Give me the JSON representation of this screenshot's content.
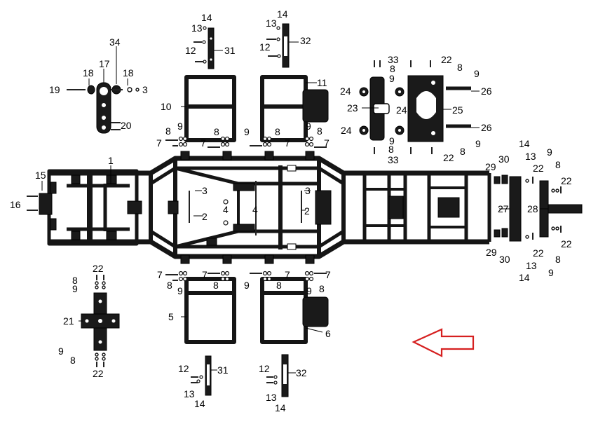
{
  "diagram": {
    "direction_arrow": {
      "icon": "arrow-left-icon",
      "color": "#d62020"
    },
    "callouts": [
      {
        "id": "c1",
        "text": "1"
      },
      {
        "id": "c2a",
        "text": "2"
      },
      {
        "id": "c2b",
        "text": "2"
      },
      {
        "id": "c3a",
        "text": "3"
      },
      {
        "id": "c3b",
        "text": "3"
      },
      {
        "id": "c3c",
        "text": "3"
      },
      {
        "id": "c4a",
        "text": "4"
      },
      {
        "id": "c4b",
        "text": "4"
      },
      {
        "id": "c5",
        "text": "5"
      },
      {
        "id": "c6",
        "text": "6"
      },
      {
        "id": "c10",
        "text": "10"
      },
      {
        "id": "c11",
        "text": "11"
      },
      {
        "id": "c15",
        "text": "15"
      },
      {
        "id": "c16",
        "text": "16"
      },
      {
        "id": "c17",
        "text": "17"
      },
      {
        "id": "c18a",
        "text": "18"
      },
      {
        "id": "c18b",
        "text": "18"
      },
      {
        "id": "c19",
        "text": "19"
      },
      {
        "id": "c20",
        "text": "20"
      },
      {
        "id": "c34",
        "text": "34"
      },
      {
        "id": "c21",
        "text": "21"
      },
      {
        "id": "c22_bl_t",
        "text": "22"
      },
      {
        "id": "c22_bl_b",
        "text": "22"
      },
      {
        "id": "c8_bl_t",
        "text": "8"
      },
      {
        "id": "c8_bl_b",
        "text": "8"
      },
      {
        "id": "c9_bl_t",
        "text": "9"
      },
      {
        "id": "c9_bl_b",
        "text": "9"
      },
      {
        "id": "c14_tl",
        "text": "14"
      },
      {
        "id": "c13_tl",
        "text": "13"
      },
      {
        "id": "c12_tl",
        "text": "12"
      },
      {
        "id": "c31_t",
        "text": "31"
      },
      {
        "id": "c14_tr",
        "text": "14"
      },
      {
        "id": "c13_tr",
        "text": "13"
      },
      {
        "id": "c12_tr",
        "text": "12"
      },
      {
        "id": "c32_t",
        "text": "32"
      },
      {
        "id": "c12_bl",
        "text": "12"
      },
      {
        "id": "c13_bl",
        "text": "13"
      },
      {
        "id": "c14_bl",
        "text": "14"
      },
      {
        "id": "c31_b",
        "text": "31"
      },
      {
        "id": "c12_br",
        "text": "12"
      },
      {
        "id": "c13_br",
        "text": "13"
      },
      {
        "id": "c14_br",
        "text": "14"
      },
      {
        "id": "c32_b",
        "text": "32"
      },
      {
        "id": "c8_t1",
        "text": "8"
      },
      {
        "id": "c9_t1",
        "text": "9"
      },
      {
        "id": "c7_t1",
        "text": "7"
      },
      {
        "id": "c7_t2",
        "text": "7"
      },
      {
        "id": "c8_t2",
        "text": "8"
      },
      {
        "id": "c9_t2",
        "text": "9"
      },
      {
        "id": "c8_t3",
        "text": "8"
      },
      {
        "id": "c7_t3",
        "text": "7"
      },
      {
        "id": "c9_t4",
        "text": "9"
      },
      {
        "id": "c8_t4",
        "text": "8"
      },
      {
        "id": "c7_t4",
        "text": "7"
      },
      {
        "id": "c7_b1",
        "text": "7"
      },
      {
        "id": "c8_b1",
        "text": "8"
      },
      {
        "id": "c9_b1",
        "text": "9"
      },
      {
        "id": "c7_b2",
        "text": "7"
      },
      {
        "id": "c8_b2",
        "text": "8"
      },
      {
        "id": "c9_b2",
        "text": "9"
      },
      {
        "id": "c8_b3",
        "text": "8"
      },
      {
        "id": "c7_b3",
        "text": "7"
      },
      {
        "id": "c7_b4",
        "text": "7"
      },
      {
        "id": "c9_b4",
        "text": "9"
      },
      {
        "id": "c8_b4",
        "text": "8"
      },
      {
        "id": "c33_t",
        "text": "33"
      },
      {
        "id": "c8_rt1",
        "text": "8"
      },
      {
        "id": "c9_rt1",
        "text": "9"
      },
      {
        "id": "c22_rt",
        "text": "22"
      },
      {
        "id": "c8_rt2",
        "text": "8"
      },
      {
        "id": "c9_rt2",
        "text": "9"
      },
      {
        "id": "c24_1",
        "text": "24"
      },
      {
        "id": "c24_2",
        "text": "24"
      },
      {
        "id": "c24_3",
        "text": "24"
      },
      {
        "id": "c23",
        "text": "23"
      },
      {
        "id": "c25",
        "text": "25"
      },
      {
        "id": "c26_t",
        "text": "26"
      },
      {
        "id": "c26_b",
        "text": "26"
      },
      {
        "id": "c9_rb1",
        "text": "9"
      },
      {
        "id": "c8_rb1",
        "text": "8"
      },
      {
        "id": "c33_b",
        "text": "33"
      },
      {
        "id": "c9_rb2",
        "text": "9"
      },
      {
        "id": "c8_rb2",
        "text": "8"
      },
      {
        "id": "c22_rb",
        "text": "22"
      },
      {
        "id": "c29_t",
        "text": "29"
      },
      {
        "id": "c30_t",
        "text": "30"
      },
      {
        "id": "c29_b",
        "text": "29"
      },
      {
        "id": "c30_b",
        "text": "30"
      },
      {
        "id": "c27",
        "text": "27"
      },
      {
        "id": "c28",
        "text": "28"
      },
      {
        "id": "c14_rr_t",
        "text": "14"
      },
      {
        "id": "c13_rr_t",
        "text": "13"
      },
      {
        "id": "c22_rr_t1",
        "text": "22"
      },
      {
        "id": "c9_rr_t",
        "text": "9"
      },
      {
        "id": "c8_rr_t",
        "text": "8"
      },
      {
        "id": "c22_rr_t2",
        "text": "22"
      },
      {
        "id": "c22_rr_b1",
        "text": "22"
      },
      {
        "id": "c22_rr_b2",
        "text": "22"
      },
      {
        "id": "c13_rr_b",
        "text": "13"
      },
      {
        "id": "c14_rr_b",
        "text": "14"
      },
      {
        "id": "c8_rr_b",
        "text": "8"
      },
      {
        "id": "c9_rr_b",
        "text": "9"
      }
    ]
  }
}
